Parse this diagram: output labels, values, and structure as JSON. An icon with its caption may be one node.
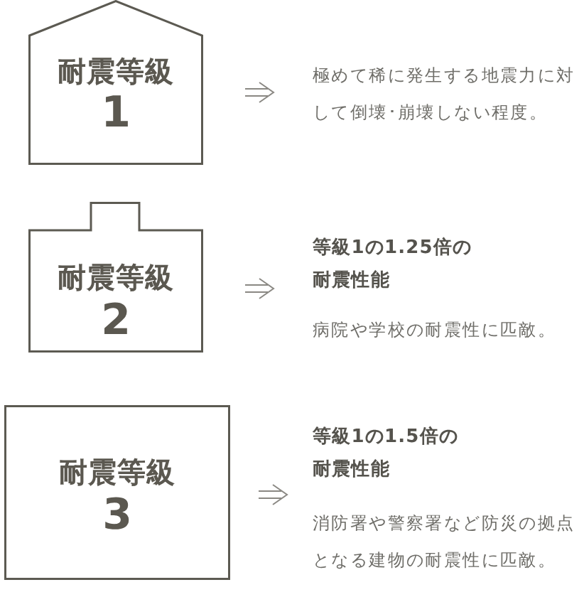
{
  "diagram": {
    "nodes": [
      {
        "text": [
          "耐震等級",
          "1"
        ]
      },
      {
        "text": [
          "極めて稀に発生する地震力に対して倒壊･崩壊しない程度。"
        ]
      },
      {
        "text": [
          "耐震等級",
          "2"
        ]
      },
      {
        "text": [
          "等級1の1.25倍の耐震性能",
          "病院や学校の耐震性に匹敵。"
        ]
      },
      {
        "text": [
          "耐震等級",
          "3"
        ]
      },
      {
        "text": [
          "等級1の1.5倍の耐震性能",
          "消防署や警察署など防災の拠点となる建物の耐震性に匹敵。"
        ]
      }
    ],
    "edges": [
      {
        "from": 0,
        "to": 1,
        "arrow": "to"
      },
      {
        "from": 2,
        "to": 3,
        "arrow": "to"
      },
      {
        "from": 4,
        "to": 5,
        "arrow": "to"
      }
    ]
  }
}
